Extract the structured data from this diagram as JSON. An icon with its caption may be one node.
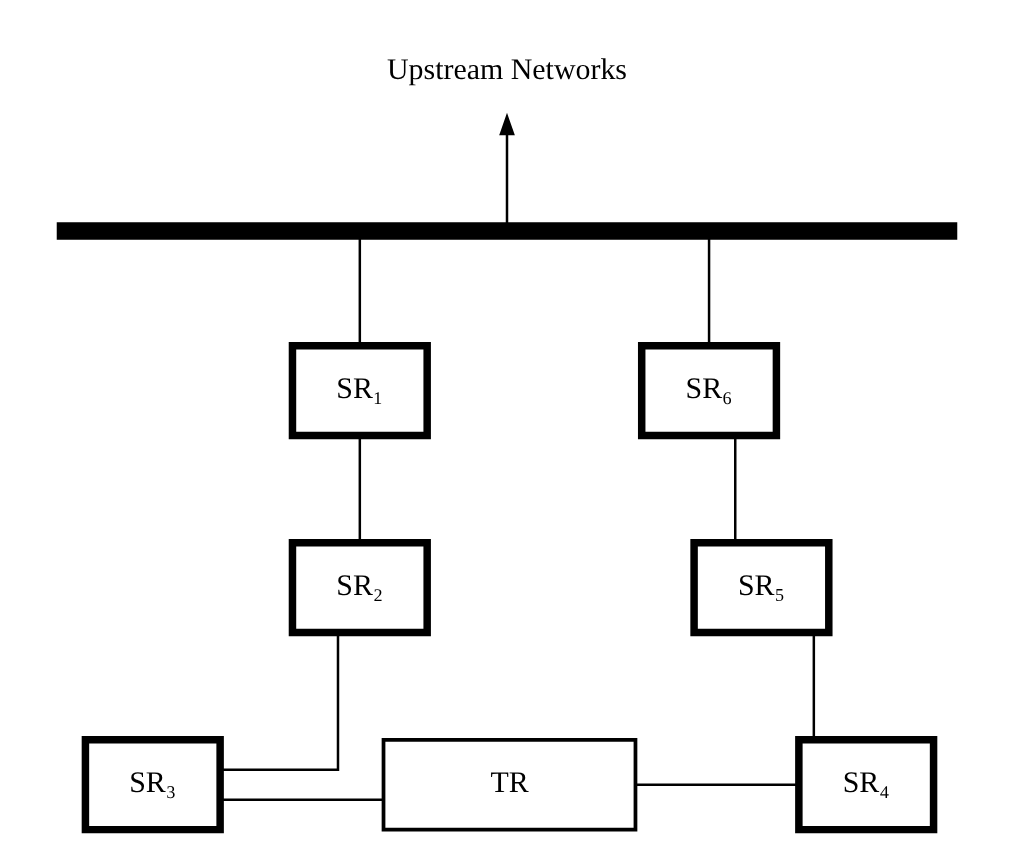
{
  "diagram": {
    "nodes": [
      {
        "text": [],
        "shape": "bar"
      },
      {
        "text": [
          "Upstream Networks"
        ]
      },
      {
        "text": [
          "SR₁"
        ]
      },
      {
        "text": [
          "SR₂"
        ]
      },
      {
        "text": [
          "SR₃"
        ]
      },
      {
        "text": [
          "TR"
        ]
      },
      {
        "text": [
          "SR₄"
        ]
      },
      {
        "text": [
          "SR₅"
        ]
      },
      {
        "text": [
          "SR₆"
        ]
      }
    ],
    "edges": [
      {
        "from": 0,
        "to": 1,
        "arrow": "to"
      },
      {
        "from": 0,
        "to": 2,
        "arrow": "none"
      },
      {
        "from": 2,
        "to": 3,
        "arrow": "none"
      },
      {
        "from": 3,
        "to": 4,
        "arrow": "none"
      },
      {
        "from": 4,
        "to": 5,
        "arrow": "none"
      },
      {
        "from": 5,
        "to": 6,
        "arrow": "none"
      },
      {
        "from": 6,
        "to": 7,
        "arrow": "none"
      },
      {
        "from": 7,
        "to": 8,
        "arrow": "none"
      },
      {
        "from": 8,
        "to": 0,
        "arrow": "none"
      }
    ]
  }
}
